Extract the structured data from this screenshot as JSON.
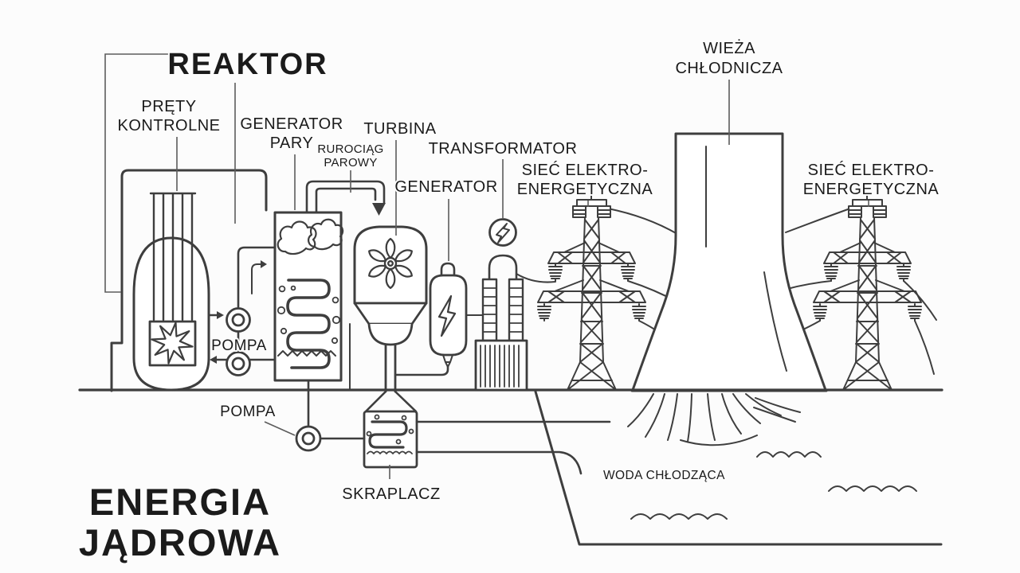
{
  "title": {
    "line1": "ENERGIA",
    "line2": "JĄDROWA"
  },
  "labels": {
    "reaktor": "REAKTOR",
    "prety_kontrolne_line1": "PRĘTY",
    "prety_kontrolne_line2": "KONTROLNE",
    "generator_pary_line1": "GENERATOR",
    "generator_pary_line2": "PARY",
    "rurociag_parowy_line1": "RUROCIĄG",
    "rurociag_parowy_line2": "PAROWY",
    "turbina": "TURBINA",
    "transformator": "TRANSFORMATOR",
    "generator": "GENERATOR",
    "siec_line1": "SIEĆ ELEKTRO-",
    "siec_line2": "ENERGETYCZNA",
    "wieza_line1": "WIEŻA",
    "wieza_line2": "CHŁODNICZA",
    "pompa": "POMPA",
    "skraplacz": "SKRAPLACZ",
    "woda_chlodzaca": "WODA CHŁODZĄCA"
  },
  "colors": {
    "background": "#fcfcfc",
    "line": "#3e3e3e",
    "label_text": "#1b1b1b",
    "leader_line": "#5c5c5c",
    "shape_fill": "#ffffff"
  },
  "components": [
    "reactor-containment",
    "reactor-vessel",
    "control-rods",
    "fission-star",
    "primary-pump",
    "steam-generator",
    "steam-cloud",
    "steam-pipe",
    "turbine-fan",
    "generator-capsule",
    "lightning-bolt",
    "transformer",
    "power-pylon",
    "cooling-tower",
    "spray",
    "condenser",
    "feedwater-pump",
    "cooling-water-basin",
    "water-wave",
    "ground-line"
  ]
}
